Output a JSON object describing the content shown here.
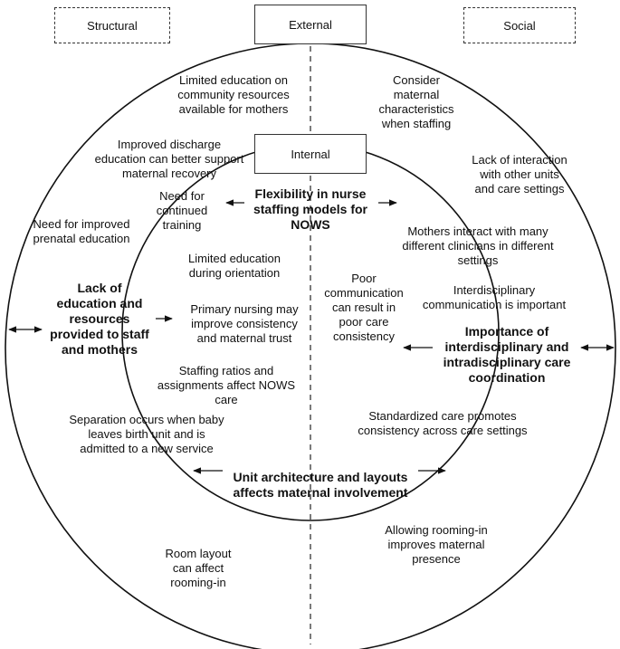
{
  "header": {
    "structural": "Structural",
    "external": "External",
    "social": "Social"
  },
  "center": {
    "internal": "Internal"
  },
  "themes": {
    "flexibility": "Flexibility in nurse\nstaffing models for\nNOWS",
    "education": "Lack of\neducation and\nresources\nprovided to staff\nand mothers",
    "coordination": "Importance of\ninterdisciplinary and\nintradisciplinary care\ncoordination",
    "architecture": "Unit architecture and layouts\naffects maternal involvement"
  },
  "notes": {
    "limited_community": "Limited education on\ncommunity resources\navailable for mothers",
    "consider_maternal": "Consider\nmaternal\ncharacteristics\nwhen staffing",
    "improved_discharge": "Improved discharge\neducation can better support\nmaternal recovery",
    "lack_interaction": "Lack of interaction\nwith other units\nand care settings",
    "need_training": "Need for\ncontinued\ntraining",
    "prenatal": "Need for improved\nprenatal education",
    "mothers_interact": "Mothers interact with many\ndifferent clinicians in different\nsettings",
    "limited_orientation": "Limited education\nduring orientation",
    "poor_communication": "Poor\ncommunication\ncan result in\npoor care\nconsistency",
    "interdisciplinary": "Interdisciplinary\ncommunication is important",
    "primary_nursing": "Primary nursing may\nimprove consistency\nand maternal trust",
    "staffing_ratios": "Staffing ratios and\nassignments affect NOWS\ncare",
    "standardized": "Standardized care promotes\nconsistency across care settings",
    "separation": "Separation occurs when baby\nleaves birth unit and is\nadmitted to a new service",
    "rooming_in": "Allowing rooming-in\nimproves maternal\npresence",
    "room_layout": "Room layout\ncan affect\nrooming-in"
  }
}
